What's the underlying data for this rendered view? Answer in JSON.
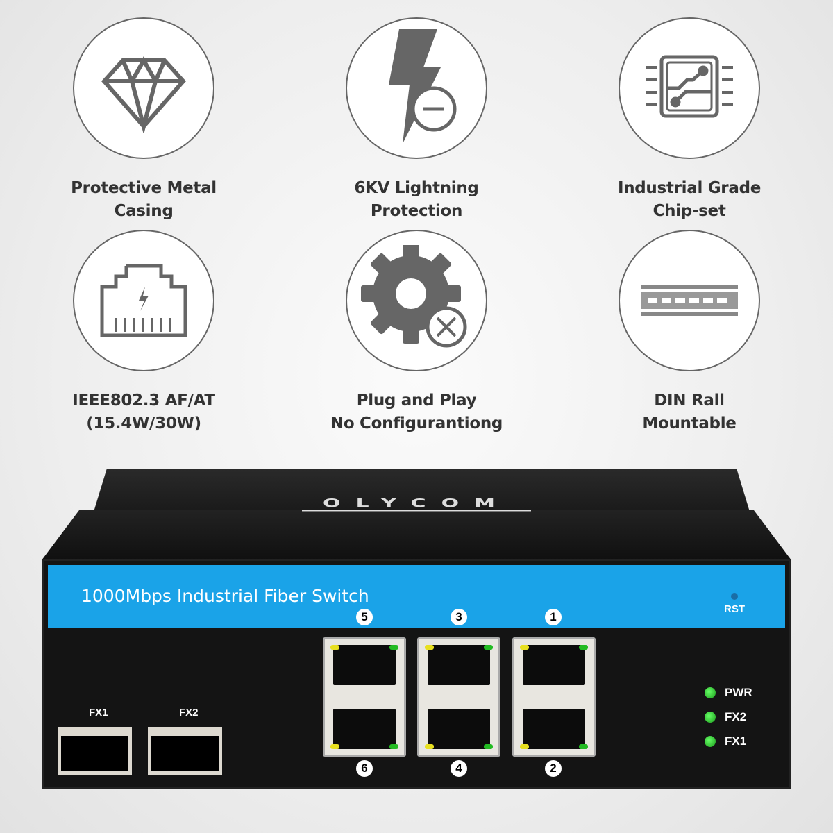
{
  "features": [
    {
      "icon": "diamond-icon",
      "line1": "Protective Metal",
      "line2": "Casing"
    },
    {
      "icon": "lightning-icon",
      "line1": "6KV Lightning",
      "line2": "Protection"
    },
    {
      "icon": "chip-icon",
      "line1": "Industrial Grade",
      "line2": "Chip-set"
    },
    {
      "icon": "ethernet-port-icon",
      "line1": "IEEE802.3 AF/AT",
      "line2": "(15.4W/30W)"
    },
    {
      "icon": "gear-icon",
      "line1": "Plug and Play",
      "line2": "No Configurantiong"
    },
    {
      "icon": "din-rail-icon",
      "line1": "DIN Rall",
      "line2": "Mountable"
    }
  ],
  "device": {
    "brand": "OLYCOM",
    "title": "1000Mbps Industrial Fiber Switch",
    "rst": "RST",
    "ports_top": [
      "5",
      "3",
      "1"
    ],
    "ports_bottom": [
      "6",
      "4",
      "2"
    ],
    "sfp": [
      "FX1",
      "FX2"
    ],
    "leds": [
      "PWR",
      "FX2",
      "FX1"
    ],
    "colors": {
      "accent": "#1aa3e8",
      "led_green": "#22bb22",
      "led_yellow": "#e8e020"
    }
  }
}
